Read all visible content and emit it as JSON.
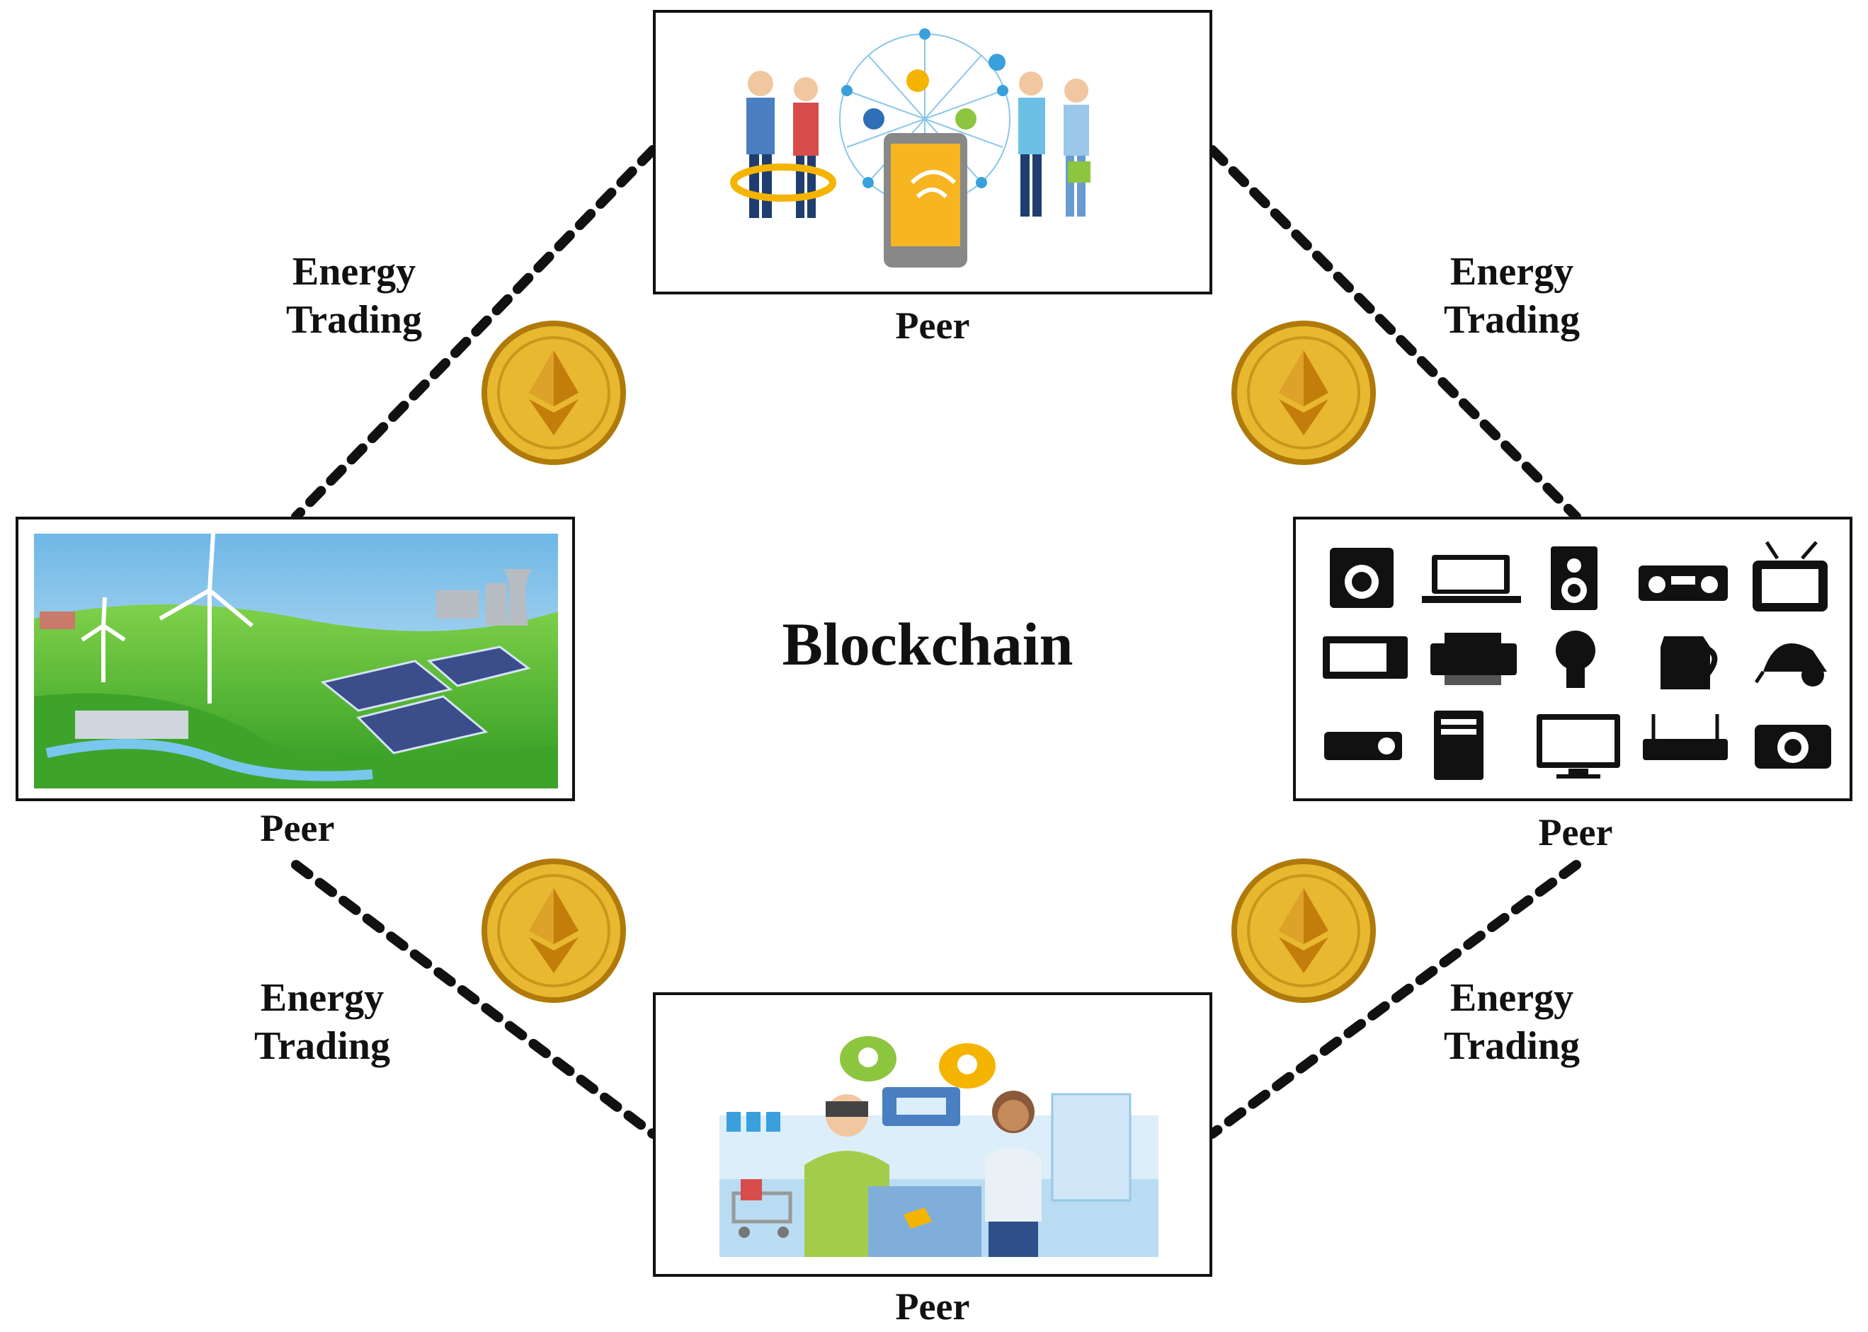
{
  "center": {
    "title": "Blockchain"
  },
  "peers": [
    {
      "label": "Peer",
      "icon": "people-network-icon"
    },
    {
      "label": "Peer",
      "icon": "renewable-energy-landscape"
    },
    {
      "label": "Peer",
      "icon": "home-appliances-icons"
    },
    {
      "label": "Peer",
      "icon": "shop-commerce-icon"
    }
  ],
  "links": [
    {
      "line1": "Energy",
      "line2": "Trading"
    },
    {
      "line1": "Energy",
      "line2": "Trading"
    },
    {
      "line1": "Energy",
      "line2": "Trading"
    },
    {
      "line1": "Energy",
      "line2": "Trading"
    }
  ],
  "colors": {
    "coin": "#e8b830",
    "coin_dark": "#b0780a",
    "line": "#111111"
  }
}
